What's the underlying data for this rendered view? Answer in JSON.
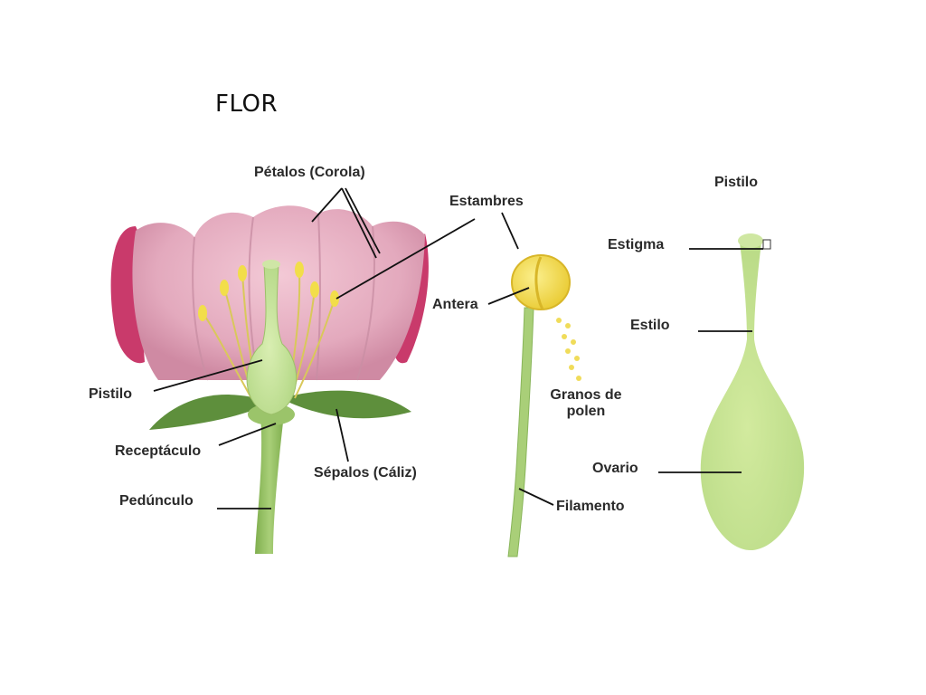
{
  "slide": {
    "title": "FLOR"
  },
  "flower": {
    "petals_label": "Pétalos (Corola)",
    "stamens_label": "Estambres",
    "pistil_label": "Pistilo",
    "receptacle_label": "Receptáculo",
    "sepals_label": "Sépalos (Cáliz)",
    "peduncle_label": "Pedúnculo"
  },
  "stamen": {
    "anther_label": "Antera",
    "pollen_label_line1": "Granos de",
    "pollen_label_line2": "polen",
    "filament_label": "Filamento"
  },
  "pistil_detail": {
    "heading": "Pistilo",
    "stigma_label": "Estigma",
    "style_label": "Estilo",
    "ovary_label": "Ovario"
  },
  "colors": {
    "petal_pink": "#e3a9bd",
    "petal_dark": "#c93a6b",
    "plant_green": "#a9cf78",
    "leaf_green": "#5e8f3c",
    "anther_yellow": "#f2de4a",
    "pistil_green": "#c8e39c"
  }
}
